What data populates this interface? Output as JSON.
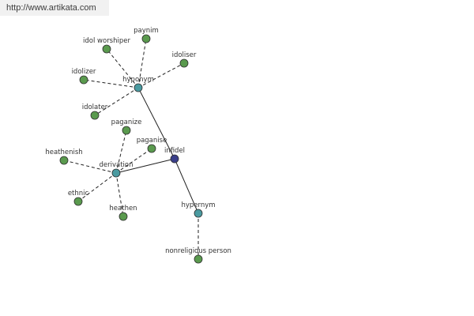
{
  "watermark": "http://www.artikata.com",
  "colors": {
    "leaf": "#5a9a4e",
    "relation": "#4a9aa0",
    "center": "#3a3f8a",
    "stroke": "#2f2f2f",
    "edge": "#222222"
  },
  "nodes": [
    {
      "id": "infidel",
      "label": "infidel",
      "kind": "center"
    },
    {
      "id": "hyponym",
      "label": "hyponym",
      "kind": "relation"
    },
    {
      "id": "derivation",
      "label": "derivation",
      "kind": "relation"
    },
    {
      "id": "hypernym",
      "label": "hypernym",
      "kind": "relation"
    },
    {
      "id": "paynim",
      "label": "paynim",
      "kind": "leaf"
    },
    {
      "id": "idol-worshiper",
      "label": "idol worshiper",
      "kind": "leaf"
    },
    {
      "id": "idoliser",
      "label": "idoliser",
      "kind": "leaf"
    },
    {
      "id": "idolizer",
      "label": "idolizer",
      "kind": "leaf"
    },
    {
      "id": "idolater",
      "label": "idolater",
      "kind": "leaf"
    },
    {
      "id": "paganize",
      "label": "paganize",
      "kind": "leaf"
    },
    {
      "id": "paganise",
      "label": "paganise",
      "kind": "leaf"
    },
    {
      "id": "heathenish",
      "label": "heathenish",
      "kind": "leaf"
    },
    {
      "id": "ethnic",
      "label": "ethnic",
      "kind": "leaf"
    },
    {
      "id": "heathen",
      "label": "heathen",
      "kind": "leaf"
    },
    {
      "id": "nonreligious-person",
      "label": "nonreligious person",
      "kind": "leaf"
    }
  ],
  "edges": [
    {
      "from": "infidel",
      "to": "hyponym",
      "style": "solid"
    },
    {
      "from": "infidel",
      "to": "derivation",
      "style": "solid"
    },
    {
      "from": "infidel",
      "to": "hypernym",
      "style": "solid"
    },
    {
      "from": "hyponym",
      "to": "paynim",
      "style": "dashed"
    },
    {
      "from": "hyponym",
      "to": "idol-worshiper",
      "style": "dashed"
    },
    {
      "from": "hyponym",
      "to": "idoliser",
      "style": "dashed"
    },
    {
      "from": "hyponym",
      "to": "idolizer",
      "style": "dashed"
    },
    {
      "from": "hyponym",
      "to": "idolater",
      "style": "dashed"
    },
    {
      "from": "derivation",
      "to": "paganize",
      "style": "dashed"
    },
    {
      "from": "derivation",
      "to": "paganise",
      "style": "dashed"
    },
    {
      "from": "derivation",
      "to": "heathenish",
      "style": "dashed"
    },
    {
      "from": "derivation",
      "to": "ethnic",
      "style": "dashed"
    },
    {
      "from": "derivation",
      "to": "heathen",
      "style": "dashed"
    },
    {
      "from": "hypernym",
      "to": "nonreligious-person",
      "style": "dashed"
    }
  ]
}
